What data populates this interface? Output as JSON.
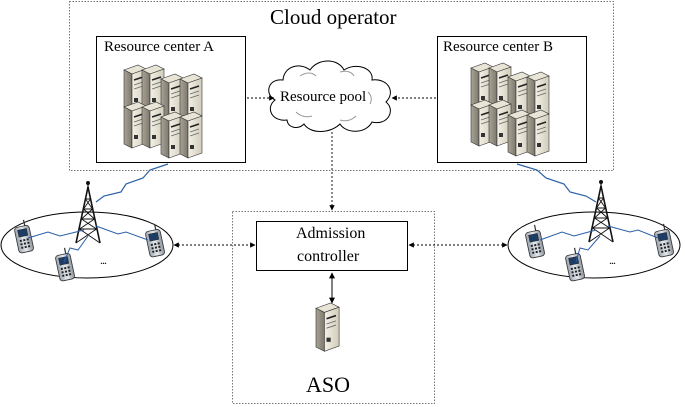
{
  "cloud": {
    "title": "Cloud operator",
    "center_a": "Resource center A",
    "center_b": "Resource center B",
    "pool": "Resource pool"
  },
  "aso": {
    "controller_line1": "Admission",
    "controller_line2": "controller",
    "title": "ASO"
  },
  "cells": {
    "left_more": "...",
    "right_more": "..."
  },
  "icons": {
    "server": "server-rack-icon",
    "tower": "cell-tower-icon",
    "phone": "mobile-phone-icon",
    "link": "wireless-link-icon"
  }
}
